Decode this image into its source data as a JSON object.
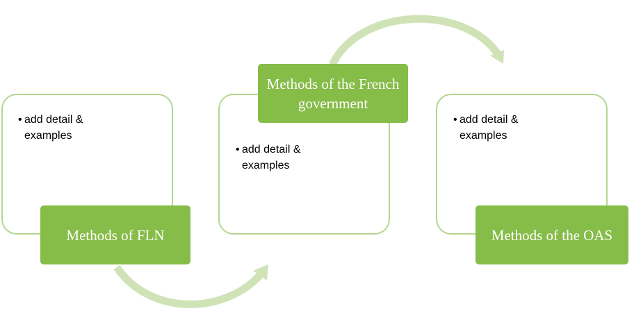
{
  "diagram": {
    "colors": {
      "card_border": "#b4d690",
      "label_fill": "#86bc48",
      "label_text": "#ffffff",
      "arrow": "#cfe3b7"
    },
    "steps": [
      {
        "title": "Methods of FLN",
        "bullet": "add detail & examples"
      },
      {
        "title": "Methods of the French government",
        "bullet": "add detail & examples"
      },
      {
        "title": "Methods of the OAS",
        "bullet": "add detail & examples"
      }
    ],
    "bullet_glyph": "•"
  }
}
